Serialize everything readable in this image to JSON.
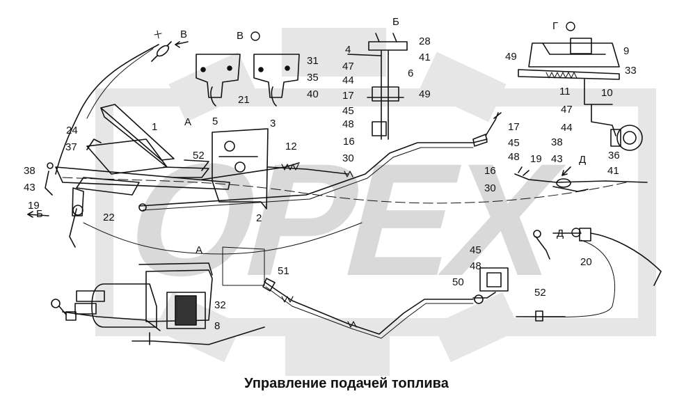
{
  "caption": "Управление подачей топлива",
  "watermark": {
    "text": "OPEX",
    "color": "#d9d9d9"
  },
  "views": {
    "A_main": "А",
    "A_detail": "А",
    "B_arrow": "Б",
    "B_view": "Б",
    "V_arrow": "В",
    "V_view": "В",
    "G_view": "Г",
    "D_arrow": "Д",
    "D_view": "Д"
  },
  "callouts": [
    "1",
    "2",
    "3",
    "4",
    "5",
    "6",
    "8",
    "9",
    "10",
    "11",
    "12",
    "16",
    "16",
    "17",
    "17",
    "19",
    "19",
    "20",
    "21",
    "22",
    "24",
    "28",
    "30",
    "30",
    "31",
    "32",
    "33",
    "35",
    "36",
    "37",
    "38",
    "38",
    "40",
    "41",
    "41",
    "43",
    "43",
    "44",
    "44",
    "45",
    "45",
    "45",
    "47",
    "47",
    "48",
    "48",
    "48",
    "49",
    "49",
    "50",
    "51",
    "52",
    "52"
  ]
}
